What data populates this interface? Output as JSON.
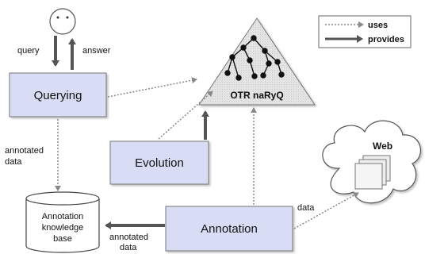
{
  "legend": {
    "uses_label": "uses",
    "provides_label": "provides"
  },
  "user": {
    "query_label": "query",
    "answer_label": "answer"
  },
  "boxes": {
    "querying": "Querying",
    "evolution": "Evolution",
    "annotation": "Annotation"
  },
  "ontology": {
    "label": "OTR naRyQ"
  },
  "knowledge_base": {
    "line1": "Annotation",
    "line2": "knowledge",
    "line3": "base"
  },
  "web": {
    "label": "Web"
  },
  "edges": {
    "annotated_data_left": {
      "line1": "annotated",
      "line2": "data"
    },
    "annotated_data_bottom": {
      "line1": "annotated",
      "line2": "data"
    },
    "data_label": "data"
  },
  "colors": {
    "box_fill": "#d8dcf4",
    "triangle_fill": "#e6e6e6",
    "arrow": "#555555"
  }
}
